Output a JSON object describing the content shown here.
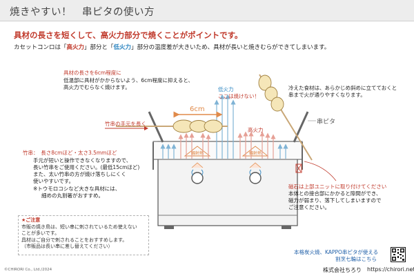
{
  "header": {
    "title": "焼きやすい！　串ピタの使い方"
  },
  "headline": "具材の長さを短くして、高火力部分で焼くことがポイントです。",
  "subline": {
    "part1": "カセットコンロは「",
    "high": "高火力",
    "part2": "」部分と「",
    "low": "低火力",
    "part3": "」部分の温度差が大きいため、具材が長いと焼きむらができてしまいます。"
  },
  "diagram": {
    "length_title": "具材の長さを6cm程度に",
    "length_desc": [
      "低温部に具材がかからないよう、6cm程度に抑えると、",
      "高火力でむらなく焼けます。"
    ],
    "six_cm": "6cm",
    "low_fire": "低火力",
    "cannot_burn": "ここは焼けない！",
    "high_fire": "高火力",
    "hand_side": "竹串の手元を長く",
    "kushi_pita": "串ピタ",
    "radiant": "輻射熱",
    "magnet_note": "磁石は上部ユニットに取り付けてください",
    "magnet_desc": [
      "本体との接合部にかかると隙間ができ、",
      "磁力が弱まり、落下してしまいますので",
      "ご注意ください。"
    ],
    "cold_food_note": [
      "冷えた食材は、あらかじめ斜めに立てておくと",
      "串まで火が通りやすくなります。"
    ],
    "skewer_title": "竹串：　長さ8cmほど・太さ3.5mmほど",
    "skewer_desc": [
      "手元が短いと操作できなくなりますので、",
      "長い竹串をご使用ください。(最低15cmほど)",
      "また、太い竹串の方が焼け落ちしにくく",
      "使いやすいです。"
    ],
    "corn_note": [
      "※トウモロコシなど大きな具材には、",
      "細めの丸割箸がおすすめ。"
    ]
  },
  "caution": {
    "title": "★ご注意",
    "lines": [
      "市販の焼き鳥は、短い串に刺されているため使えない",
      "ことが多いです。",
      "具材はご自分で刺されることをおすすめします。",
      "（市販品は長い串に差し替えてください）"
    ]
  },
  "promo": [
    "本格炭火焼、KAPPO串ピタが使える",
    "割烹七輪はこちら"
  ],
  "copyright": "©CHIRORI Co., Ltd./2024",
  "company": "株式会社ちろり",
  "website": "https://chirori.net/",
  "colors": {
    "accent_red": "#c0392b",
    "accent_blue": "#2e86c1",
    "header_bg": "#ededed"
  }
}
